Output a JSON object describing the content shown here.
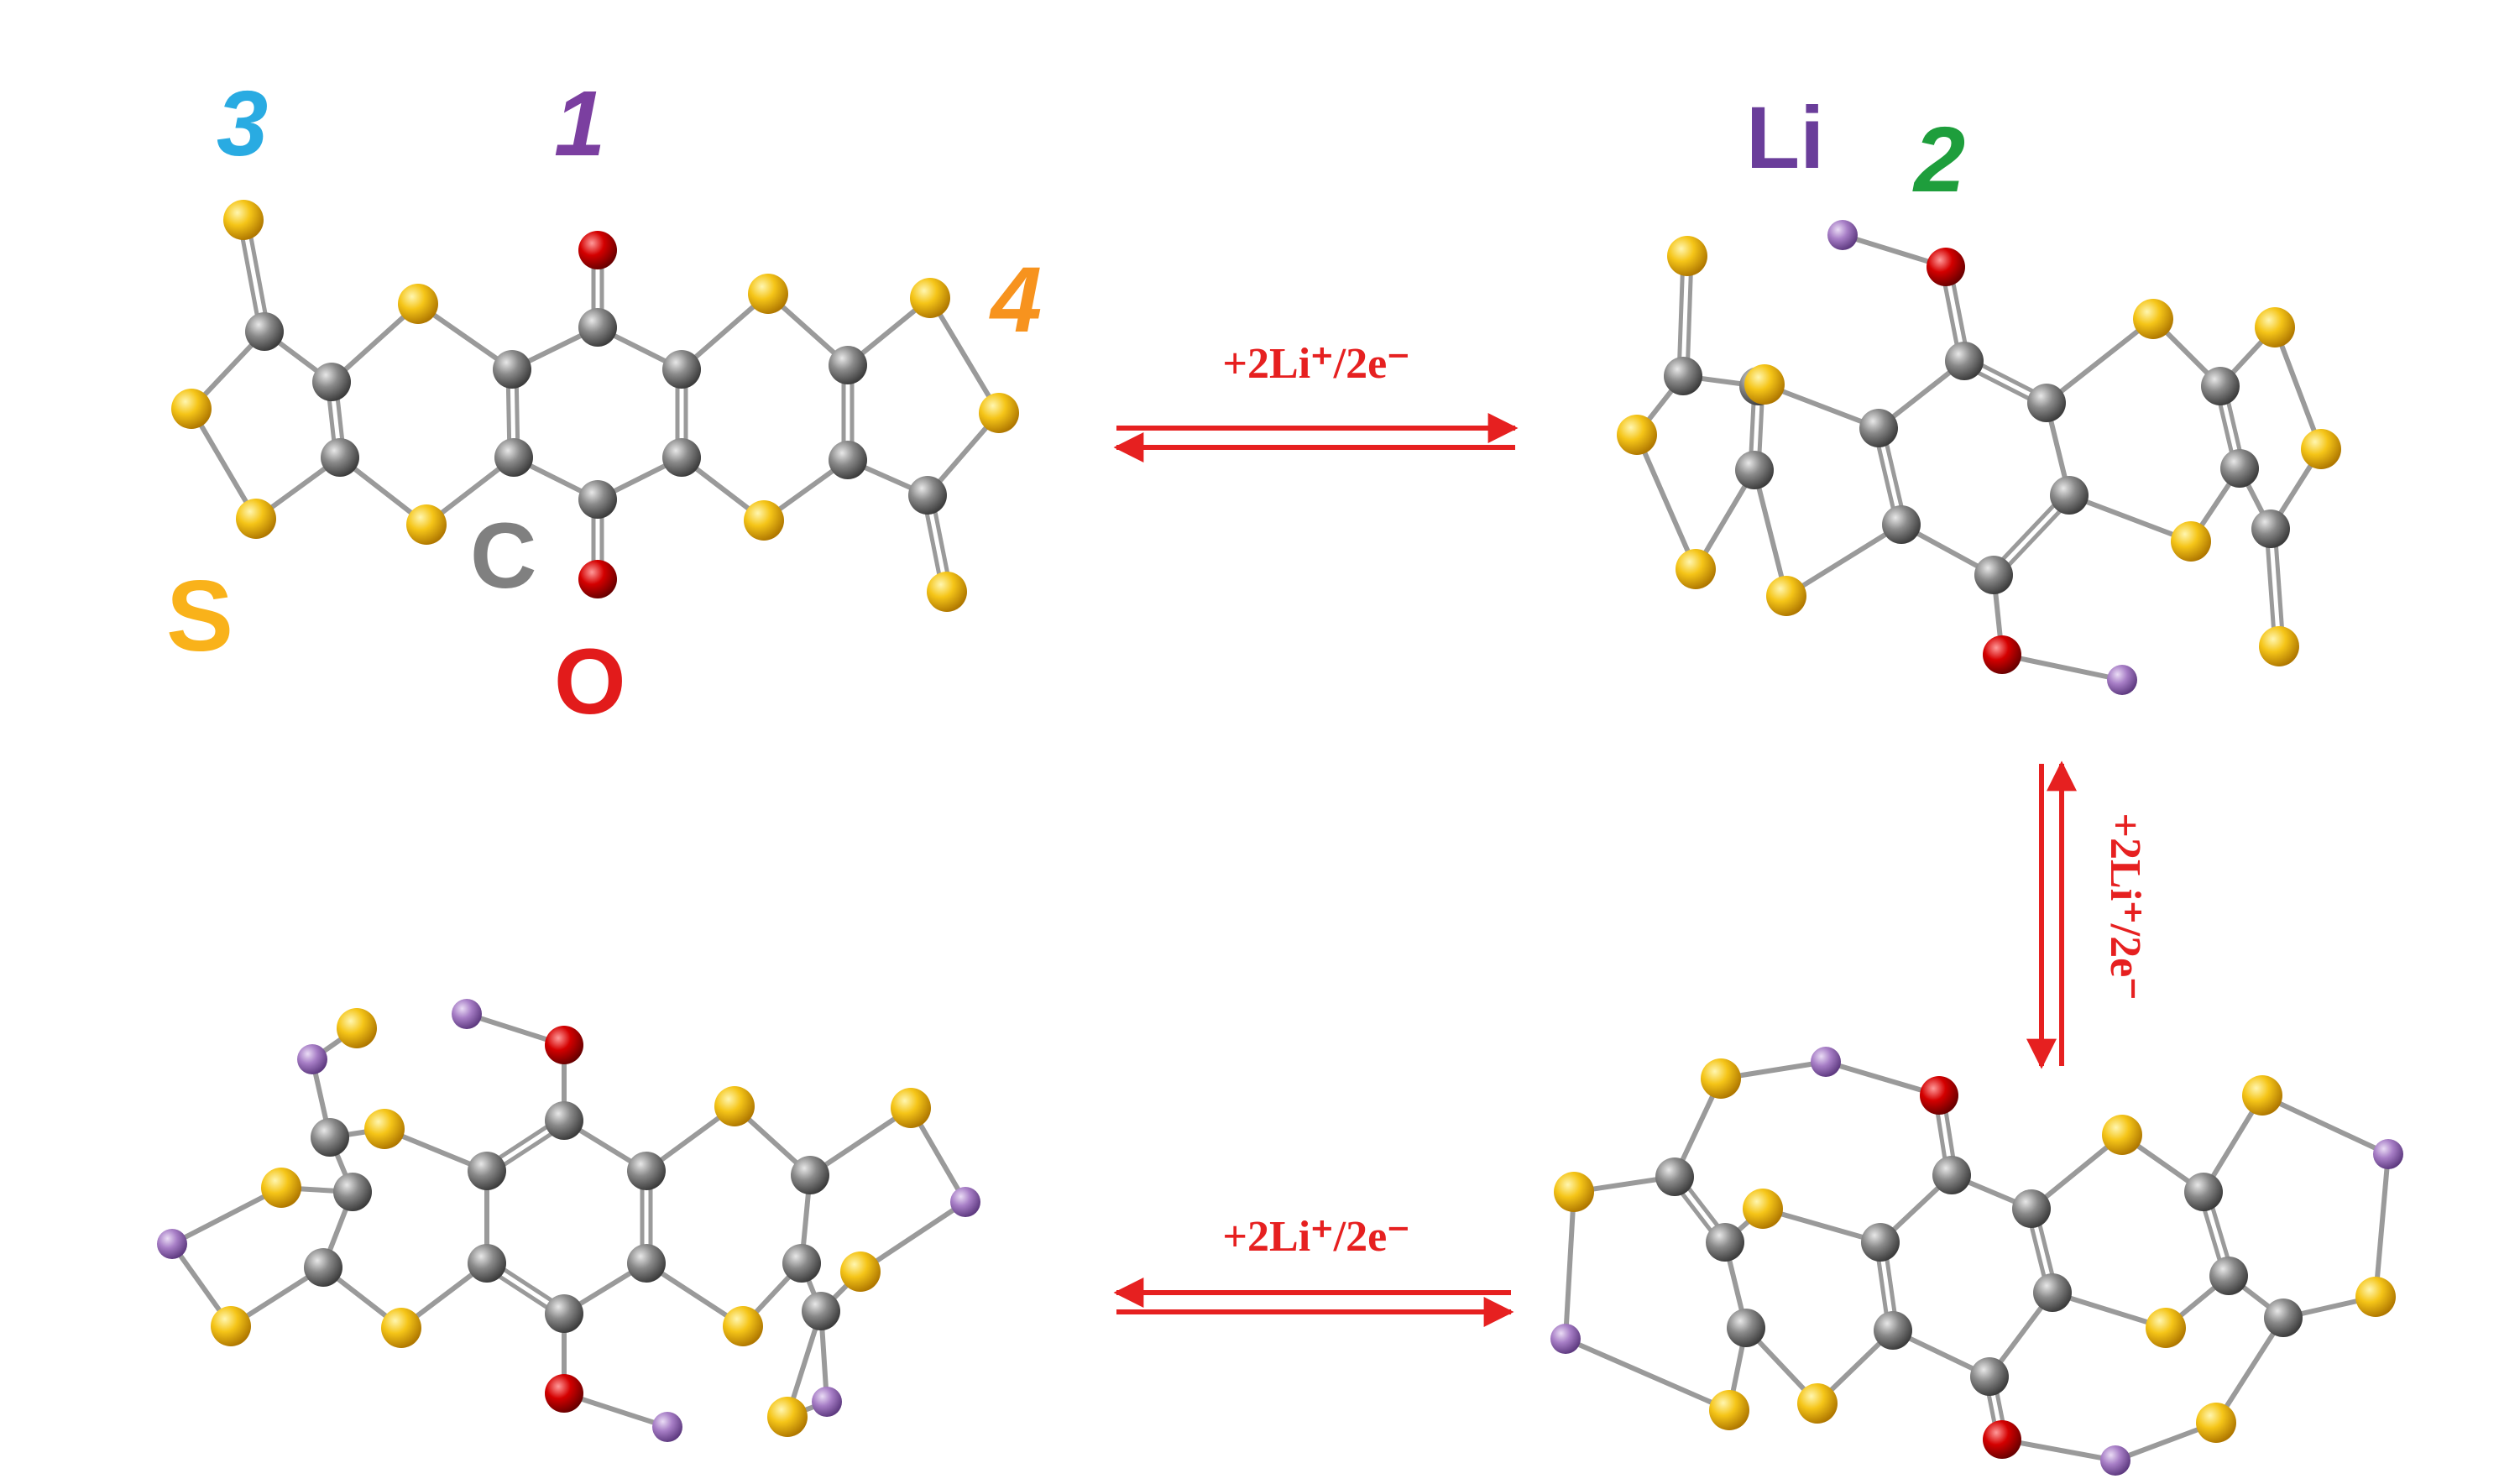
{
  "legend": {
    "site_3": {
      "text": "3",
      "color": "#29abe2"
    },
    "site_1": {
      "text": "1",
      "color": "#7b3fa0"
    },
    "site_4": {
      "text": "4",
      "color": "#f7931e"
    },
    "site_2": {
      "text": "2",
      "color": "#1e9e3c"
    },
    "element_li": {
      "text": "Li",
      "color": "#6a3d9a"
    },
    "element_s": {
      "text": "S",
      "color": "#f9b21a"
    },
    "element_c": {
      "text": "C",
      "color": "#808080"
    },
    "element_o": {
      "text": "O",
      "color": "#e21b1b"
    }
  },
  "reactions": {
    "step_1": {
      "label": "+2Li⁺/2e⁻"
    },
    "step_2": {
      "label": "+2Li⁺/2e⁻"
    },
    "step_3": {
      "label": "+2Li⁺/2e⁻"
    }
  },
  "atom_colors": {
    "S": "#f5c518",
    "C": "#8a8a8a",
    "O": "#d40000",
    "Li": "#a77ec6"
  },
  "arrow_color": "#e62020"
}
